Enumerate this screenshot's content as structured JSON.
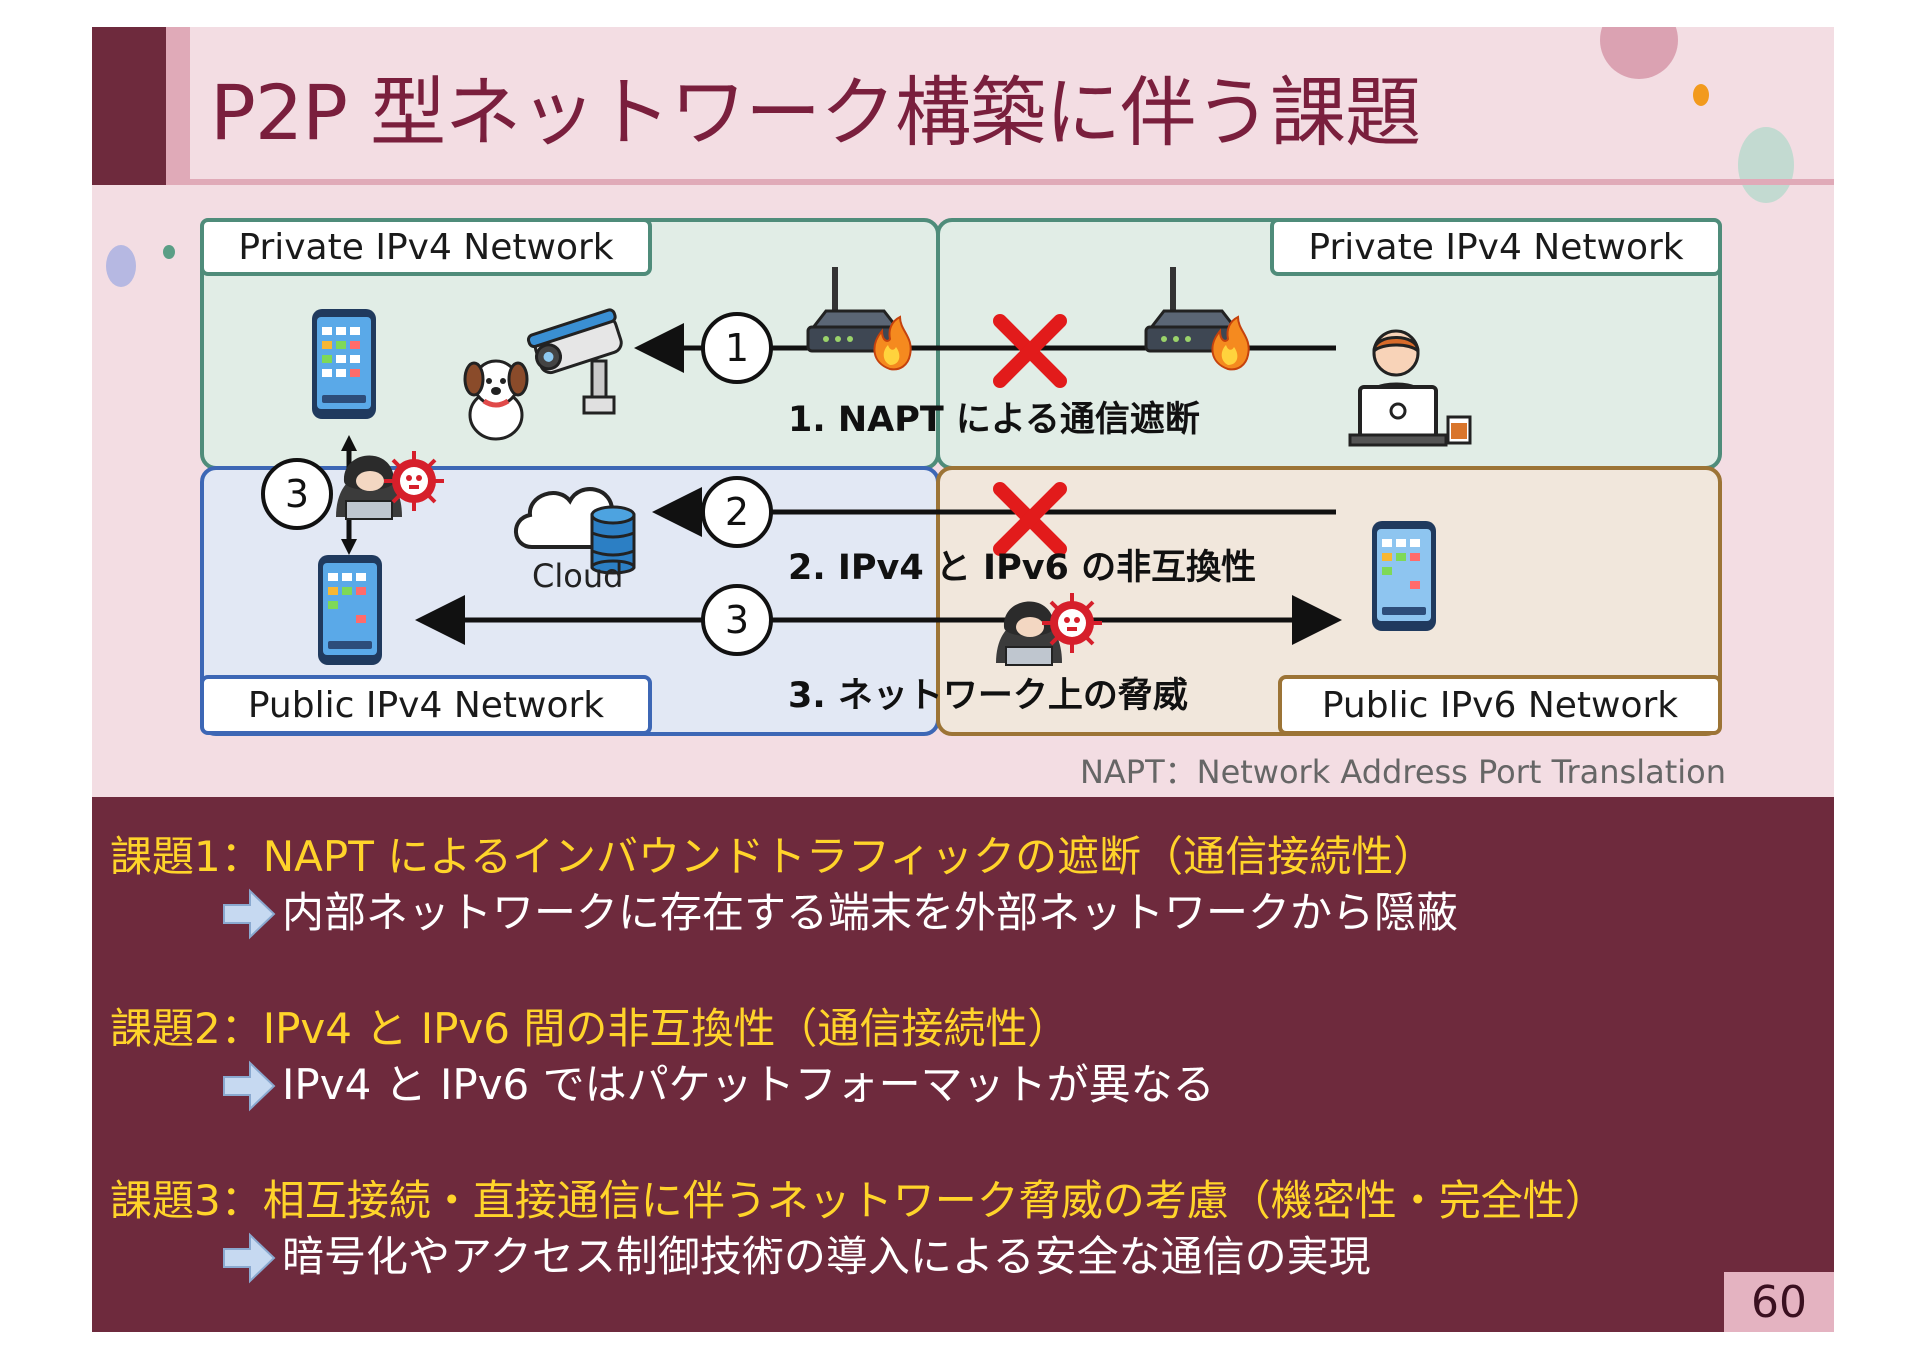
{
  "title": "P2P 型ネットワーク構築に伴う課題",
  "zones": {
    "private_left": "Private IPv4 Network",
    "private_right": "Private IPv4 Network",
    "public_ipv4": "Public IPv4 Network",
    "public_ipv6": "Public IPv6 Network"
  },
  "markers": {
    "m1": "1",
    "m2": "2",
    "m3_left": "3",
    "m3_mid": "3"
  },
  "captions": {
    "c1": "1. NAPT による通信遮断",
    "c2": "2. IPv4 と IPv6 の非互換性",
    "c3": "3. ネットワーク上の脅威"
  },
  "cloud_label": "Cloud",
  "abbreviation": "NAPT：Network Address Port Translation",
  "issues": [
    {
      "title": "課題1：NAPT によるインバウンドトラフィックの遮断（通信接続性）",
      "detail": "内部ネットワークに存在する端末を外部ネットワークから隠蔽"
    },
    {
      "title": "課題2：IPv4 と IPv6 間の非互換性（通信接続性）",
      "detail": "IPv4 と IPv6 ではパケットフォーマットが異なる"
    },
    {
      "title": "課題3：相互接続・直接通信に伴うネットワーク脅威の考慮（機密性・完全性）",
      "detail": "暗号化やアクセス制御技術の導入による安全な通信の実現"
    }
  ],
  "page_number": "60",
  "colors": {
    "accent_dark": "#6e2a3d",
    "accent_light": "#e0aab8",
    "title_text": "#7a1f3d",
    "issue_title": "#ffd42a",
    "zone_private": "#4f8c7a",
    "zone_ipv4": "#3d67b5",
    "zone_ipv6": "#9c7436",
    "block_x": "#e21b1b"
  },
  "icons": [
    "smartphone-icon",
    "dog-icon",
    "security-camera-icon",
    "router-icon",
    "fire-icon",
    "blocked-x-icon",
    "laptop-user-icon",
    "cloud-database-icon",
    "hacker-virus-icon",
    "arrow-right-icon"
  ]
}
